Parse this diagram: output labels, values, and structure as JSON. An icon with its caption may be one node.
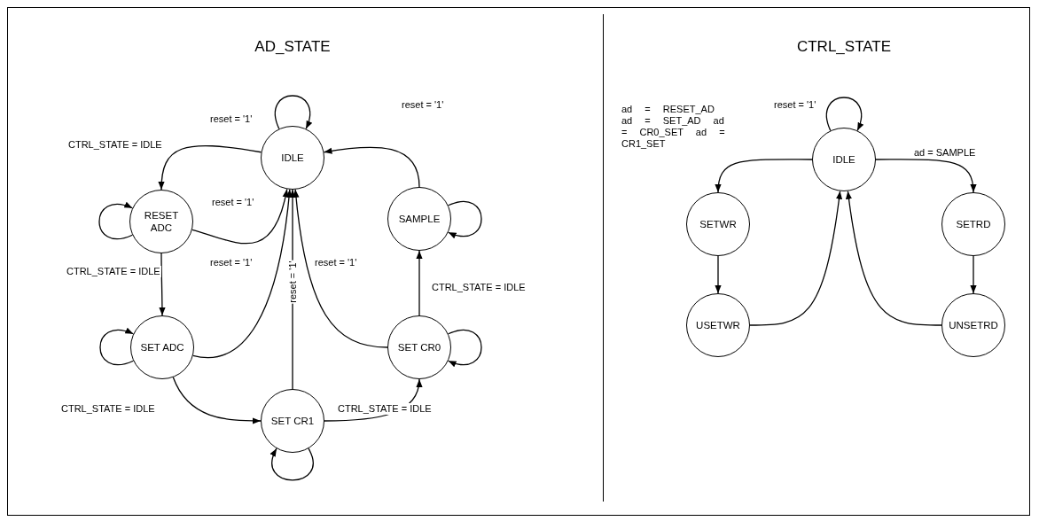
{
  "diagram": {
    "nodes": [
      {
        "text": [
          "IDLE"
        ]
      },
      {
        "text": [
          "RESET ADC"
        ]
      },
      {
        "text": [
          "SAMPLE"
        ]
      },
      {
        "text": [
          "SET ADC"
        ]
      },
      {
        "text": [
          "SET CR0"
        ]
      },
      {
        "text": [
          "SET CR1"
        ]
      },
      {
        "text": [
          "IDLE"
        ]
      },
      {
        "text": [
          "SETWR"
        ]
      },
      {
        "text": [
          "SETRD"
        ]
      },
      {
        "text": [
          "USETWR"
        ]
      },
      {
        "text": [
          "UNSETRD"
        ]
      }
    ],
    "edges": [
      {
        "from": 0,
        "to": 0,
        "arrow": "to",
        "label": "reset = '1'"
      },
      {
        "from": 0,
        "to": 1,
        "arrow": "to",
        "label": "CTRL_STATE = IDLE"
      },
      {
        "from": 1,
        "to": 1,
        "arrow": "to"
      },
      {
        "from": 1,
        "to": 0,
        "arrow": "to",
        "label": "reset = '1'"
      },
      {
        "from": 1,
        "to": 3,
        "arrow": "to",
        "label": "CTRL_STATE = IDLE"
      },
      {
        "from": 3,
        "to": 3,
        "arrow": "to"
      },
      {
        "from": 3,
        "to": 0,
        "arrow": "to",
        "label": "reset = '1'"
      },
      {
        "from": 3,
        "to": 5,
        "arrow": "to",
        "label": "CTRL_STATE = IDLE"
      },
      {
        "from": 5,
        "to": 5,
        "arrow": "to"
      },
      {
        "from": 5,
        "to": 0,
        "arrow": "to",
        "label": "reset = '1'"
      },
      {
        "from": 5,
        "to": 4,
        "arrow": "to",
        "label": "CTRL_STATE = IDLE"
      },
      {
        "from": 4,
        "to": 4,
        "arrow": "to"
      },
      {
        "from": 4,
        "to": 0,
        "arrow": "to",
        "label": "reset = '1'"
      },
      {
        "from": 4,
        "to": 2,
        "arrow": "to",
        "label": "CTRL_STATE = IDLE"
      },
      {
        "from": 2,
        "to": 2,
        "arrow": "to"
      },
      {
        "from": 2,
        "to": 0,
        "arrow": "to",
        "label": "reset = '1'"
      },
      {
        "from": 6,
        "to": 6,
        "arrow": "to",
        "label": "reset = '1'"
      },
      {
        "from": 6,
        "to": 7,
        "arrow": "to",
        "label": "ad = RESET_AD ad = SET_AD ad = CR0_SET ad = CR1_SET"
      },
      {
        "from": 6,
        "to": 8,
        "arrow": "to",
        "label": "ad = SAMPLE"
      },
      {
        "from": 7,
        "to": 9,
        "arrow": "to"
      },
      {
        "from": 8,
        "to": 10,
        "arrow": "to"
      },
      {
        "from": 9,
        "to": 6,
        "arrow": "to"
      },
      {
        "from": 10,
        "to": 6,
        "arrow": "to"
      }
    ],
    "labels": [
      "AD_STATE",
      "CTRL_STATE"
    ]
  }
}
